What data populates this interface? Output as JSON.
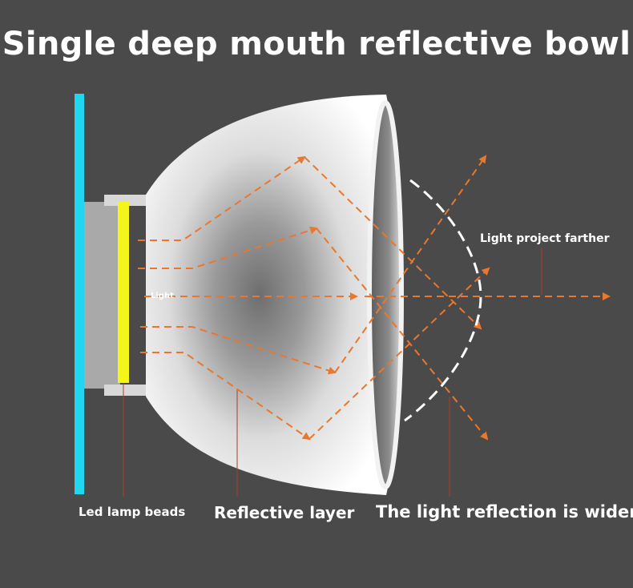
{
  "title": "Single deep mouth reflective bowl",
  "labels": {
    "led_lamp_beads": "Led lamp beads",
    "reflective_layer": "Reflective layer",
    "light_reflection_wider": "The light reflection is wider",
    "light_project_farther": "Light project farther",
    "light": "Light"
  },
  "colors": {
    "background": "#4a4a4a",
    "base_bar": "#1fd8f0",
    "led_strip": "#f5f51a",
    "housing": "#a9a9a9",
    "arrow": "#e8782e",
    "leader_line": "#b33a2a"
  }
}
